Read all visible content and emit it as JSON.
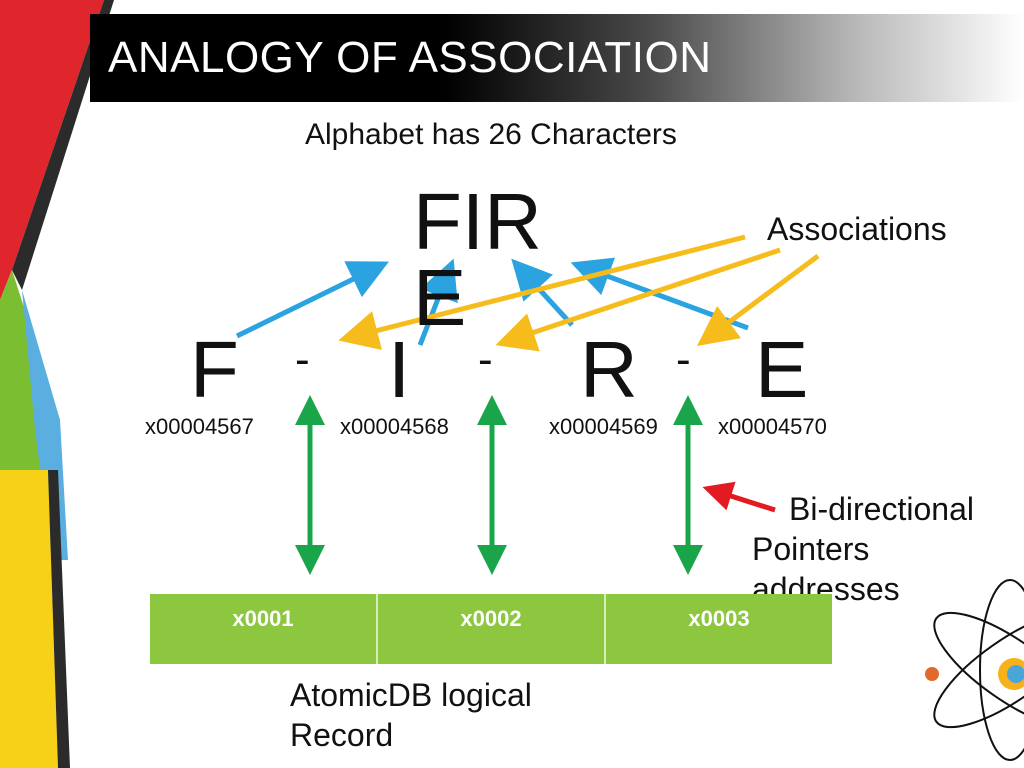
{
  "slide": {
    "title": "ANALOGY OF ASSOCIATION",
    "subtitle": "Alphabet has 26 Characters",
    "word": "FIRE",
    "associations_label": "Associations",
    "letters": [
      {
        "char": "F",
        "address": "x00004567"
      },
      {
        "char": "I",
        "address": "x00004568"
      },
      {
        "char": "R",
        "address": "x00004569"
      },
      {
        "char": "E",
        "address": "x00004570"
      }
    ],
    "separator": "-",
    "pointer_label": [
      "Bi-directional",
      "Pointers",
      "addresses"
    ],
    "record_cells": [
      "x0001",
      "x0002",
      "x0003"
    ],
    "record_label": [
      "AtomicDB logical",
      "Record"
    ]
  },
  "colors": {
    "title_bar": "#000000",
    "blue_arrow": "#2ba3e0",
    "yellow_arrow": "#f5bc1b",
    "green_arrow": "#1aa54a",
    "red_arrow": "#e21b22",
    "record_green": "#8dc63f",
    "accent_red": "#e0262d",
    "accent_green": "#7cbe31",
    "accent_yellow": "#f7d117"
  }
}
